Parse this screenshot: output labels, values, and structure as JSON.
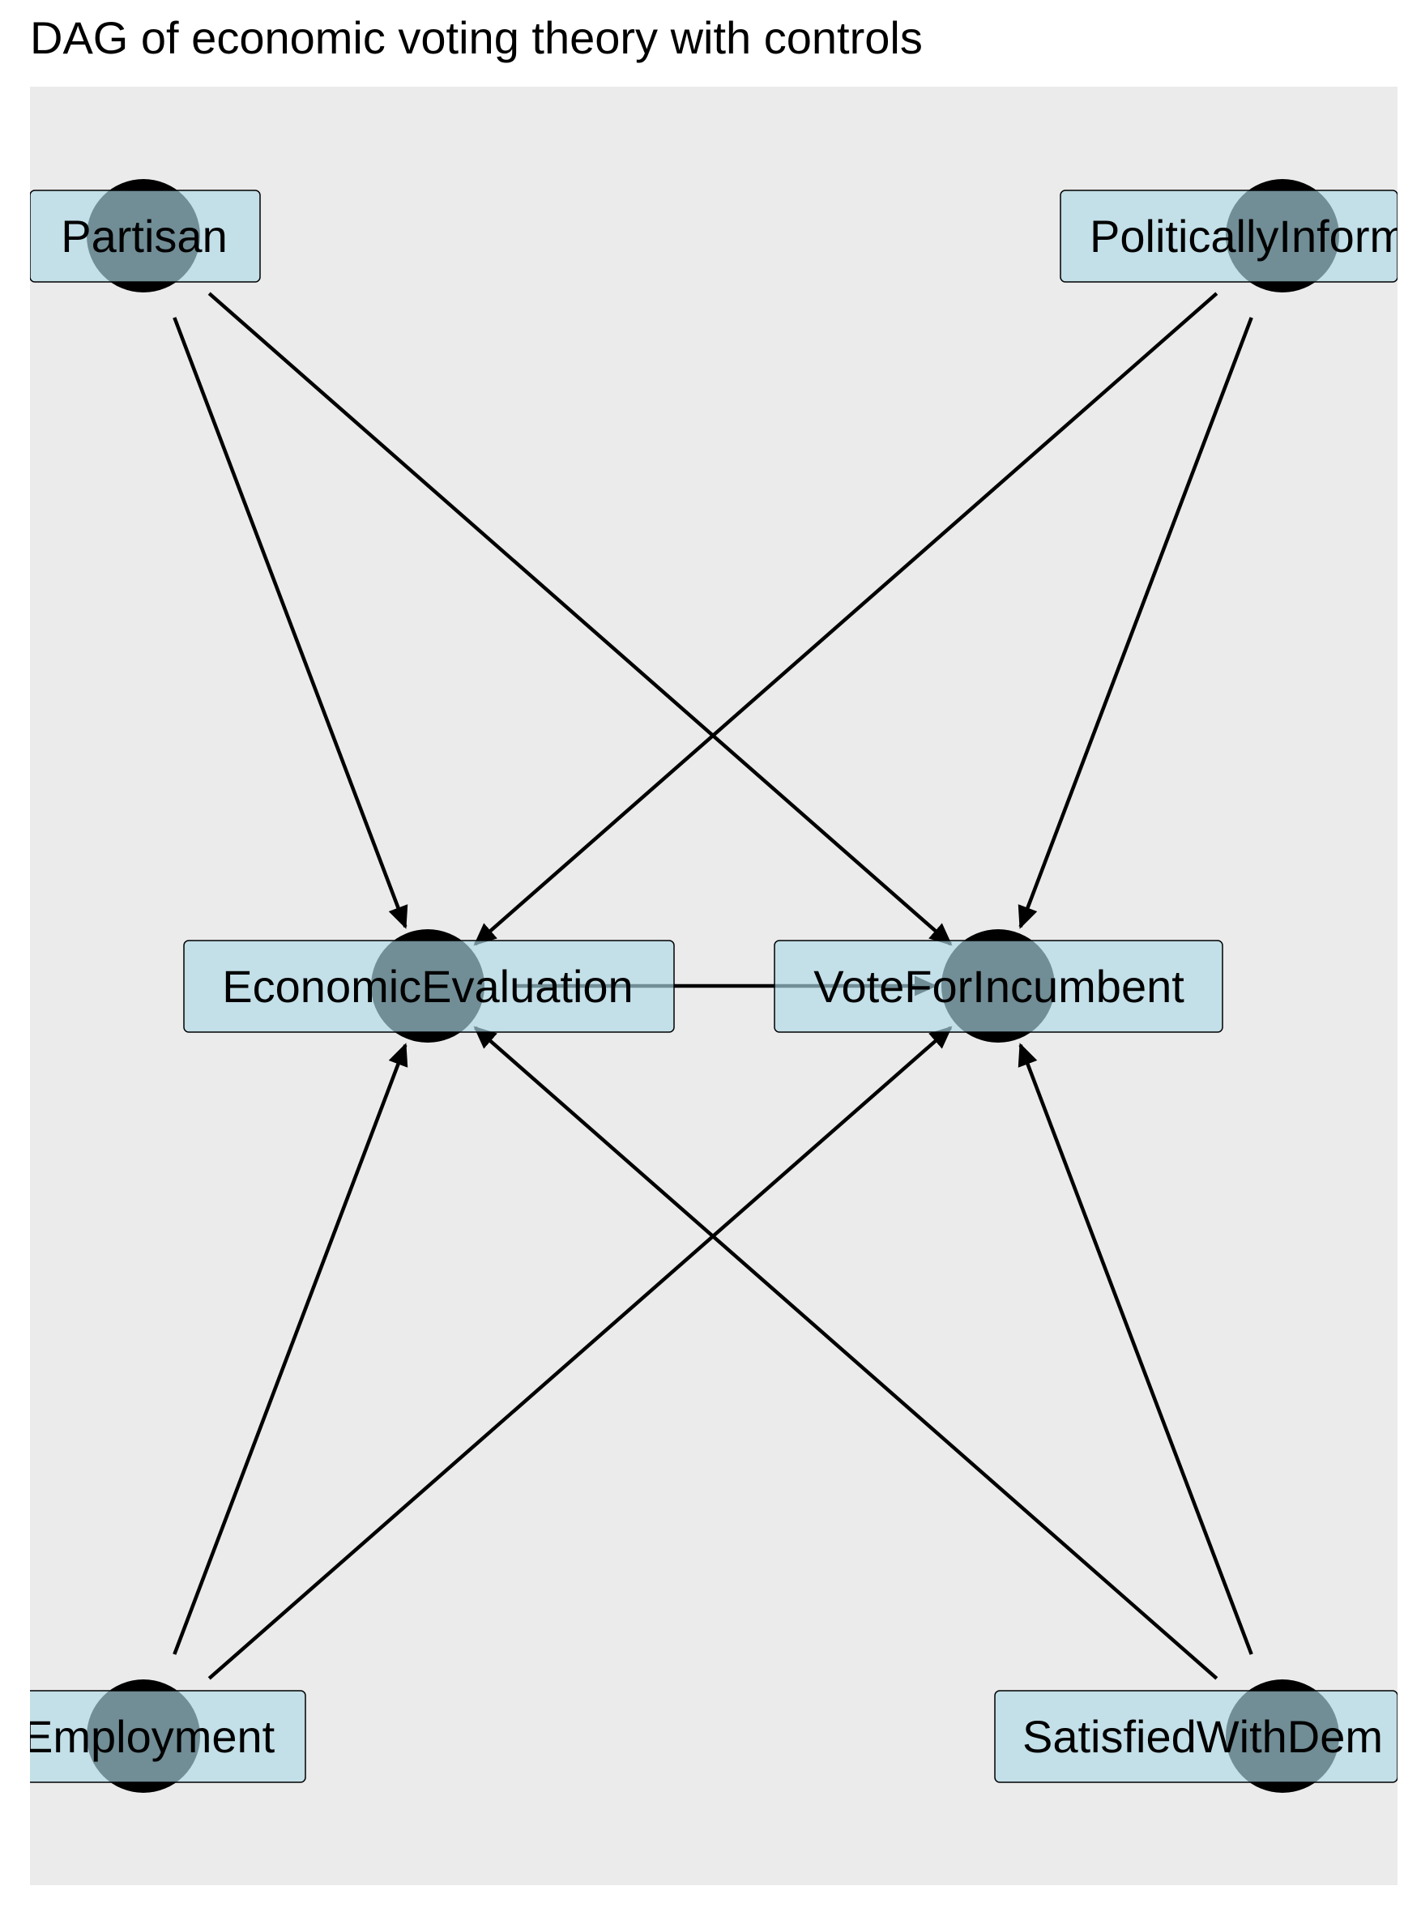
{
  "title": "DAG of economic voting theory with controls",
  "colors": {
    "panel": "#ebebeb",
    "node_fill": "#000000",
    "label_fill": "#add8e6",
    "edge": "#000000"
  },
  "nodes": [
    {
      "id": "Partisan",
      "label": "Partisan",
      "label_display": "Partisan"
    },
    {
      "id": "PoliticallyInformed",
      "label": "PoliticallyInformed",
      "label_display": "PoliticallyInform"
    },
    {
      "id": "EconomicEvaluation",
      "label": "EconomicEvaluation",
      "label_display": "EconomicEvaluation"
    },
    {
      "id": "VoteForIncumbent",
      "label": "VoteForIncumbent",
      "label_display": "VoteForIncumbent"
    },
    {
      "id": "Employment",
      "label": "Employment",
      "label_display": "Employment"
    },
    {
      "id": "SatisfiedWithDemocracy",
      "label": "SatisfiedWithDemocracy",
      "label_display": "SatisfiedWithDem"
    }
  ],
  "edges": [
    {
      "from": "Partisan",
      "to": "EconomicEvaluation"
    },
    {
      "from": "Partisan",
      "to": "VoteForIncumbent"
    },
    {
      "from": "PoliticallyInformed",
      "to": "EconomicEvaluation"
    },
    {
      "from": "PoliticallyInformed",
      "to": "VoteForIncumbent"
    },
    {
      "from": "Employment",
      "to": "EconomicEvaluation"
    },
    {
      "from": "Employment",
      "to": "VoteForIncumbent"
    },
    {
      "from": "SatisfiedWithDemocracy",
      "to": "EconomicEvaluation"
    },
    {
      "from": "SatisfiedWithDemocracy",
      "to": "VoteForIncumbent"
    },
    {
      "from": "EconomicEvaluation",
      "to": "VoteForIncumbent"
    }
  ]
}
